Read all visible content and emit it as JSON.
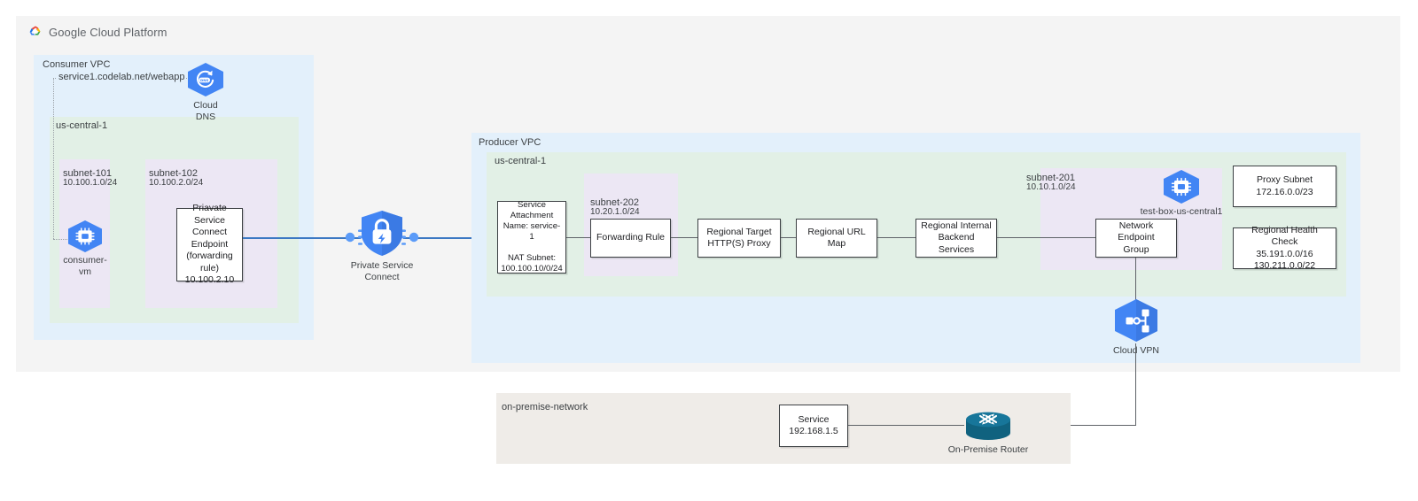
{
  "brand": {
    "logo_icon": "google-cloud-logo-icon",
    "name": "Google Cloud Platform"
  },
  "consumer_vpc": {
    "title": "Consumer VPC",
    "region": "us-central-1",
    "dns_record": "service1.codelab.net/webapp",
    "cloud_dns": {
      "icon": "cloud-dns-icon",
      "label": "Cloud\nDNS"
    },
    "subnets": [
      {
        "name": "subnet-101",
        "cidr": "10.100.1.0/24"
      },
      {
        "name": "subnet-102",
        "cidr": "10.100.2.0/24"
      }
    ],
    "consumer_vm": {
      "icon": "compute-engine-vm-icon",
      "label": "consumer-vm"
    },
    "psc_endpoint": {
      "text": "Priavate Service\nConnect Endpoint\n(forwarding rule)\n10.100.2.10"
    }
  },
  "private_service_connect": {
    "icon": "private-service-connect-shield-icon",
    "label": "Private Service Connect"
  },
  "producer_vpc": {
    "title": "Producer VPC",
    "region": "us-central-1",
    "service_attachment": {
      "text": "Service\nAttachment\nName: service-1\n\nNAT Subnet:\n100.100.10/0/24"
    },
    "subnet_202": {
      "name": "subnet-202",
      "cidr": "10.20.1.0/24"
    },
    "forwarding_rule": {
      "text": "Forwarding Rule"
    },
    "target_proxy": {
      "text": "Regional Target\nHTTP(S) Proxy"
    },
    "url_map": {
      "text": "Regional URL Map"
    },
    "backend_services": {
      "text": "Regional Internal\nBackend Services"
    },
    "subnet_201": {
      "name": "subnet-201",
      "cidr": "10.10.1.0/24"
    },
    "test_box": {
      "icon": "compute-engine-vm-icon",
      "label": "test-box-us-central1"
    },
    "network_endpoint_group": {
      "text": "Network Endpoint\nGroup"
    },
    "proxy_subnet": {
      "text": "Proxy Subnet\n172.16.0.0/23"
    },
    "health_check": {
      "text": "Regional Health Check\n35.191.0.0/16\n130.211.0.0/22"
    },
    "cloud_vpn": {
      "icon": "cloud-vpn-icon",
      "label": "Cloud VPN"
    }
  },
  "on_premise": {
    "title": "on-premise-network",
    "service": {
      "text": "Service\n192.168.1.5"
    },
    "router": {
      "icon": "on-premise-router-icon",
      "label": "On-Premise Router"
    }
  },
  "colors": {
    "vpc_blue": "#e3f0fb",
    "region_green": "#e2f0e6",
    "subnet_purple": "#ece7f4",
    "page_gray": "#f4f4f4",
    "onprem_beige": "#efece8",
    "gcp_blue": "#4285f4",
    "link_blue": "#3b78c3",
    "link_gray": "#5f6368",
    "router_teal": "#1a6b8f",
    "text": "#3c4043"
  }
}
